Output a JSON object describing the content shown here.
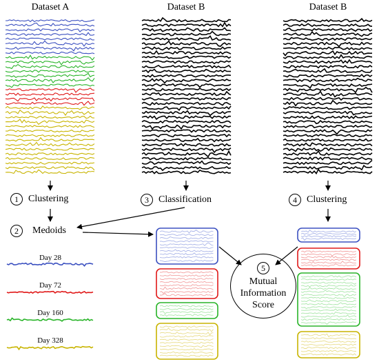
{
  "titles": {
    "dataset_a": "Dataset A",
    "dataset_b_classification": "Dataset B",
    "dataset_b_clustering": "Dataset B"
  },
  "steps": {
    "clustering_a": {
      "number": "1",
      "label": "Clustering"
    },
    "medoids": {
      "number": "2",
      "label": "Medoids"
    },
    "classification": {
      "number": "3",
      "label": "Classification"
    },
    "clustering_b": {
      "number": "4",
      "label": "Clustering"
    },
    "mutual_information": {
      "number": "5",
      "line1": "Mutual",
      "line2": "Information",
      "line3": "Score"
    }
  },
  "medoids": [
    {
      "label": "Day 28",
      "color": "#3b50c0"
    },
    {
      "label": "Day 72",
      "color": "#e01818"
    },
    {
      "label": "Day 160",
      "color": "#28b428"
    },
    {
      "label": "Day 328",
      "color": "#c8b400"
    }
  ],
  "colors": {
    "blue": "#3b50c0",
    "red": "#e01818",
    "green": "#28b428",
    "yellow": "#c8b400",
    "black": "#000000",
    "blue_light": "#a9b4e8",
    "red_light": "#f2a0a0",
    "green_light": "#a8e6a8",
    "yellow_light": "#e8dc8a"
  },
  "dataset_a_groups": [
    {
      "color": "blue",
      "traces": 8
    },
    {
      "color": "green",
      "traces": 7
    },
    {
      "color": "red",
      "traces": 4
    },
    {
      "color": "yellow",
      "traces": 15
    }
  ],
  "dataset_b_traces": 34,
  "classification_boxes": [
    {
      "color": "blue",
      "traces": 10
    },
    {
      "color": "red",
      "traces": 8
    },
    {
      "color": "green",
      "traces": 4
    },
    {
      "color": "yellow",
      "traces": 10
    }
  ],
  "clustering_boxes": [
    {
      "color": "blue",
      "traces": 4
    },
    {
      "color": "red",
      "traces": 6
    },
    {
      "color": "green",
      "traces": 16
    },
    {
      "color": "yellow",
      "traces": 7
    }
  ]
}
